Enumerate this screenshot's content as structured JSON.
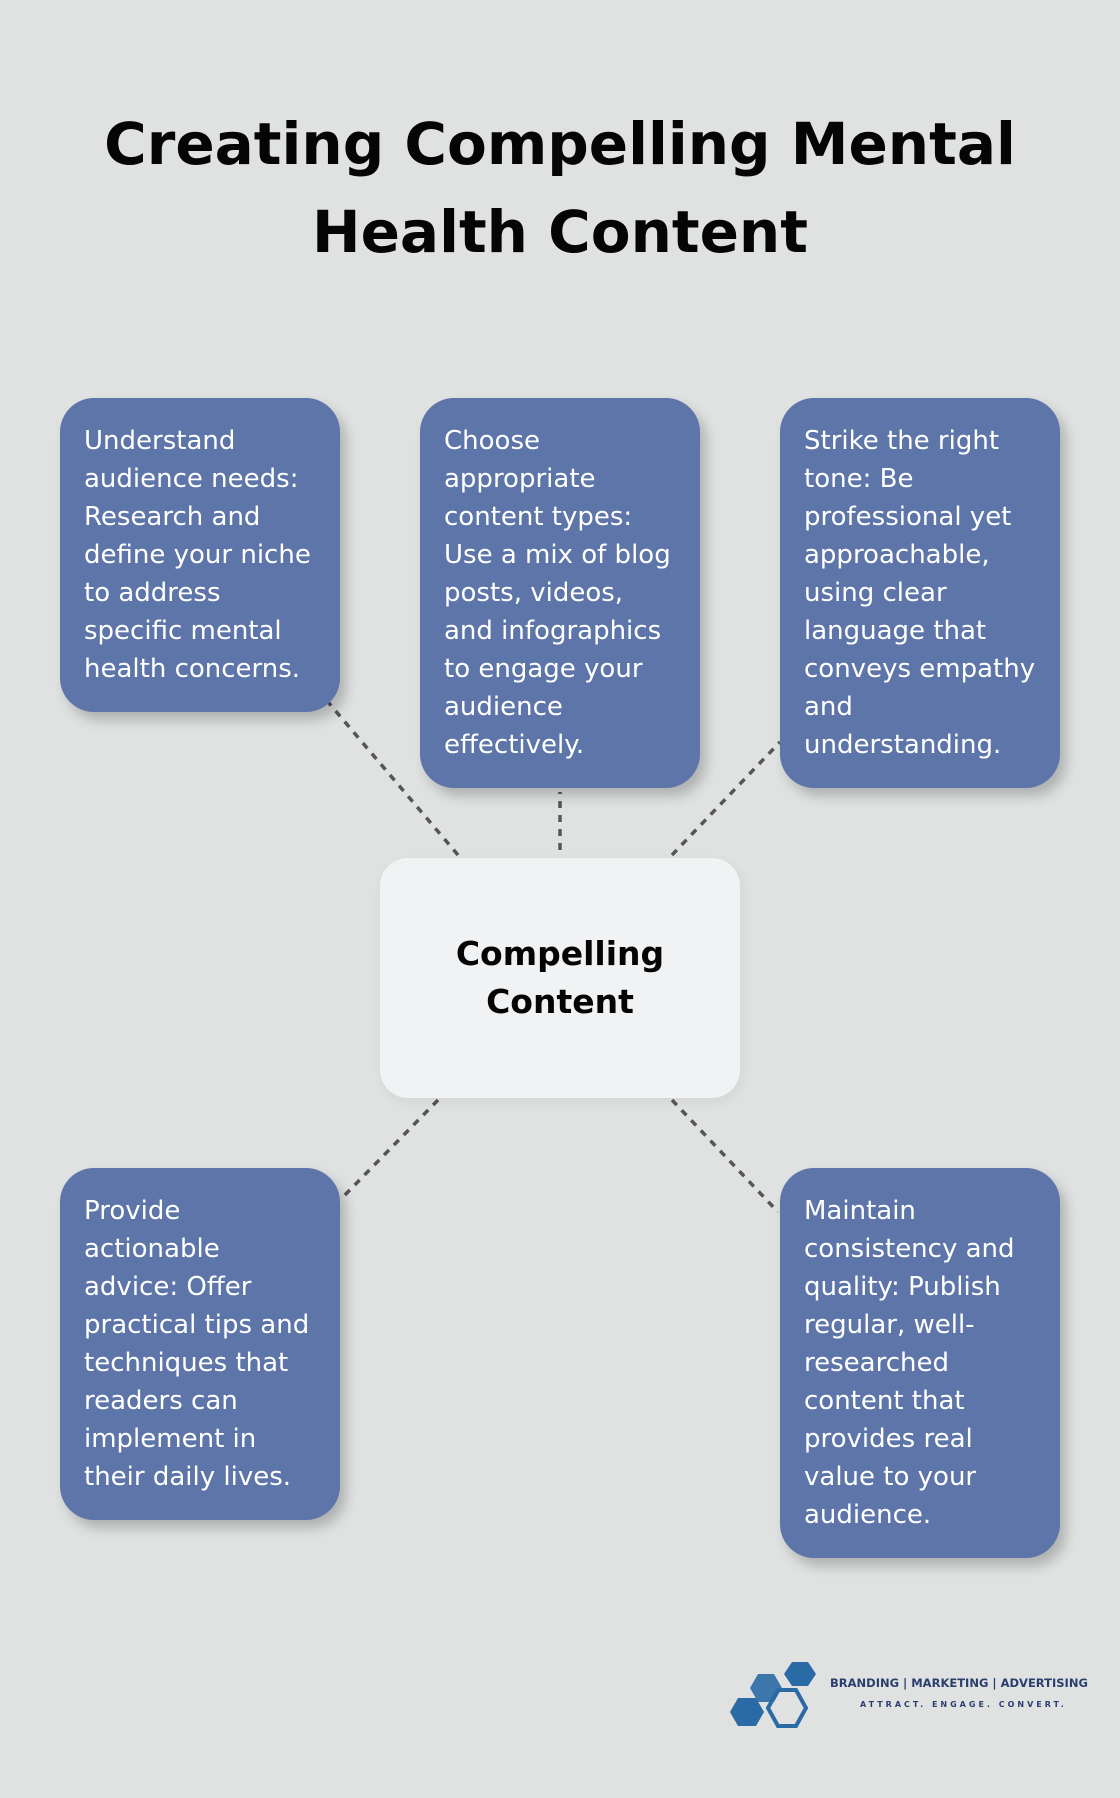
{
  "title": "Creating Compelling Mental Health Content",
  "center": {
    "label": "Compelling Content"
  },
  "cards": [
    {
      "text": "Understand audience needs: Research and define your niche to address specific mental health concerns."
    },
    {
      "text": "Choose appropriate content types: Use a mix of blog posts, videos, and infographics to engage your audience effectively."
    },
    {
      "text": "Strike the right tone: Be professional yet approachable, using clear language that conveys empathy and understanding."
    },
    {
      "text": "Provide actionable advice: Offer practical tips and techniques that readers can implement in their daily lives."
    },
    {
      "text": "Maintain consistency and quality: Publish regular, well-researched content that provides real value to your audience."
    }
  ],
  "brand": {
    "tagline_top": "BRANDING | MARKETING | ADVERTISING",
    "tagline_bottom": "ATTRACT. ENGAGE. CONVERT.",
    "logo_icon": "hexagon-cluster-icon"
  },
  "colors": {
    "background": "#e0e2e2",
    "card": "#5d75a8",
    "center_box": "#f1f2f3",
    "connector": "#555555",
    "brand_primary": "#2a6aa5",
    "brand_text": "#2a3f6e"
  }
}
